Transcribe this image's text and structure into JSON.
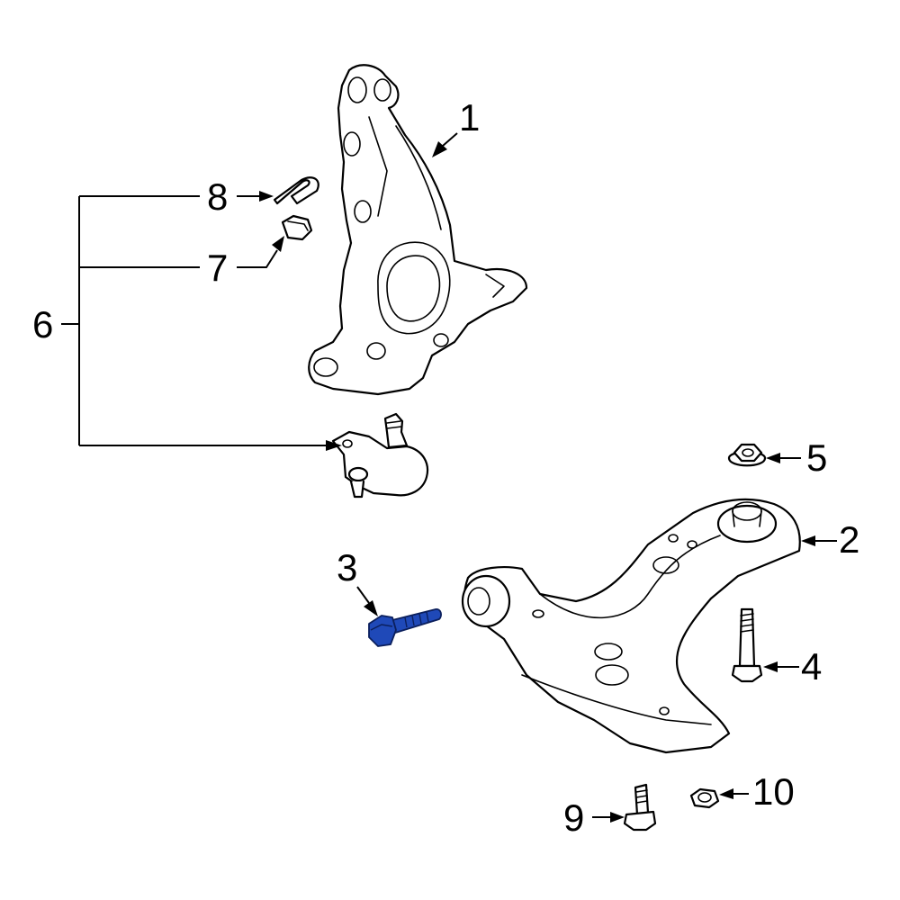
{
  "callouts": {
    "c1": "1",
    "c2": "2",
    "c3": "3",
    "c4": "4",
    "c5": "5",
    "c6": "6",
    "c7": "7",
    "c8": "8",
    "c9": "9",
    "c10": "10"
  },
  "colors": {
    "highlight": "#1f49b8",
    "line": "#000000",
    "background": "#ffffff"
  },
  "highlighted_part": "3"
}
